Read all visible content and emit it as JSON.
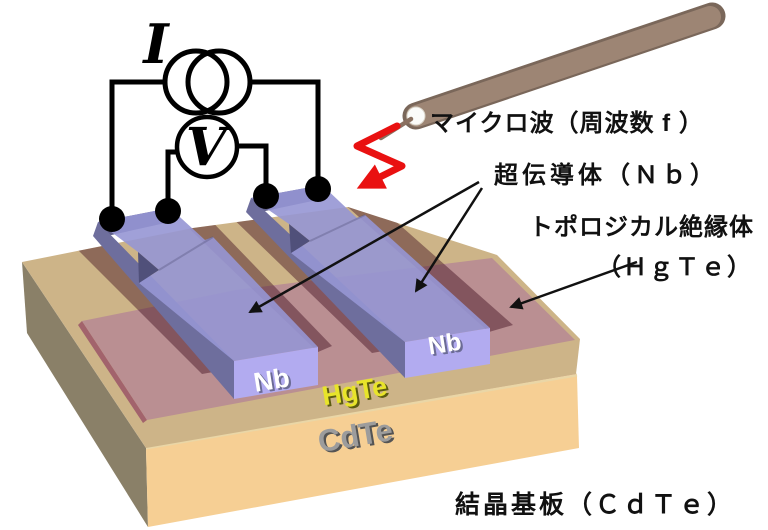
{
  "diagram": {
    "background": "#ffffff",
    "circuit": {
      "current_source_label": "I",
      "voltmeter_label": "V"
    },
    "labels": {
      "microwave": "マイクロ波（周波数 f ）",
      "superconductor": "超伝導体（Ｎｂ）",
      "topological_insulator_line1": "トポロジカル絶縁体",
      "topological_insulator_line2": "（ＨｇＴｅ）",
      "substrate": "結晶基板（ＣｄＴｅ）"
    },
    "face_labels": {
      "nb_strip_front": "Nb",
      "nb_strip_back": "Nb",
      "hgte_layer": "HgTe",
      "cdte_layer": "CdTe"
    },
    "colors": {
      "substrate_top": "#cdb488",
      "substrate_front": "#f6cf94",
      "substrate_side": "#8a8068",
      "hgte_mesa_top": "#ba8f92",
      "hgte_front": "#d98f92",
      "mesa_step": "#a2636c",
      "nb_top": "#9696d4",
      "nb_front": "#b2abf0",
      "nb_side": "#6e6e9d",
      "wire": "#000000",
      "microwave_arrow": "#e91111",
      "probe_body": "#9d8574",
      "hgte_text": "#e8e42a",
      "cdte_text": "#9c9c9c"
    }
  }
}
